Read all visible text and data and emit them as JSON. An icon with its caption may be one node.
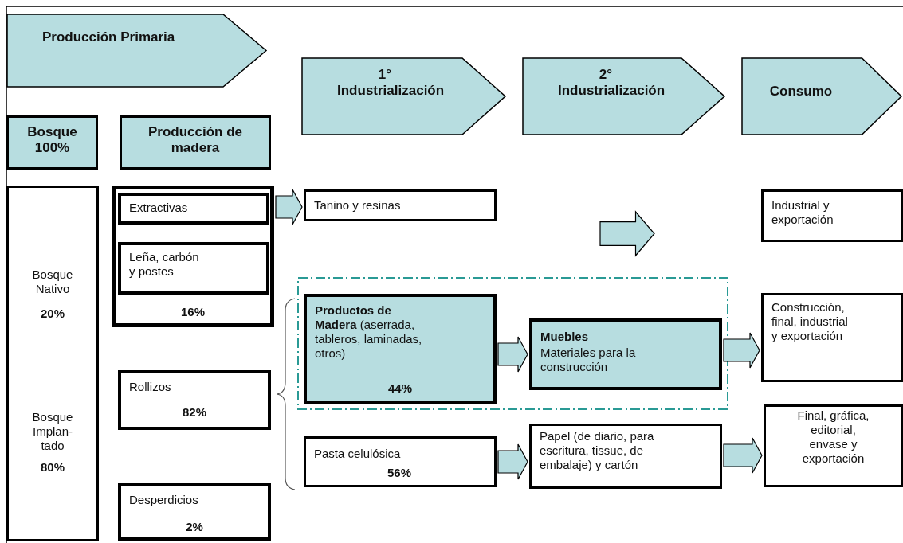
{
  "diagram": {
    "nodes": [
      {
        "text": [
          "Producción Primaria"
        ]
      },
      {
        "text": [
          "1° Industrialización"
        ]
      },
      {
        "text": [
          "2° Industrialización"
        ]
      },
      {
        "text": [
          "Consumo"
        ]
      },
      {
        "text": [
          "Bosque 100%"
        ]
      },
      {
        "text": [
          "Producción de madera"
        ]
      },
      {
        "text": [
          "Bosque Nativo",
          "20%",
          "Bosque Implan- tado",
          "80%"
        ]
      },
      {
        "text": [
          "16%"
        ]
      },
      {
        "text": [
          "Extractivas"
        ],
        "in": 7
      },
      {
        "text": [
          "Leña, carbón y postes"
        ],
        "in": 7
      },
      {
        "text": [
          "Rollizos",
          "82%"
        ]
      },
      {
        "text": [
          "Desperdicios",
          "2%"
        ]
      },
      {
        "text": [
          "Tanino y resinas"
        ]
      },
      {
        "text": [
          "Industrial y exportación"
        ]
      },
      {
        "text": [],
        "shape": "box"
      },
      {
        "text": [
          "**Productos de Madera** (aserrada, tableros, laminadas, otros)",
          "44%"
        ],
        "in": 14
      },
      {
        "text": [
          "Muebles",
          "Materiales para la construcción"
        ],
        "in": 14
      },
      {
        "text": [
          "Construcción, final, industrial y exportación"
        ]
      },
      {
        "text": [
          "Pasta celulósica",
          "56%"
        ]
      },
      {
        "text": [
          "Papel (de diario, para escritura, tissue, de embalaje) y cartón"
        ]
      },
      {
        "text": [
          "Final, gráfica, editorial, envase y exportación"
        ]
      },
      {
        "text": [],
        "shape": "arrow"
      }
    ],
    "edges": [
      {
        "from": 7,
        "to": 12,
        "arrow": "to"
      },
      {
        "from": 15,
        "to": 16,
        "arrow": "to"
      },
      {
        "from": 16,
        "to": 17,
        "arrow": "to"
      },
      {
        "from": 18,
        "to": 19,
        "arrow": "to"
      },
      {
        "from": 19,
        "to": 20,
        "arrow": "to"
      }
    ]
  }
}
